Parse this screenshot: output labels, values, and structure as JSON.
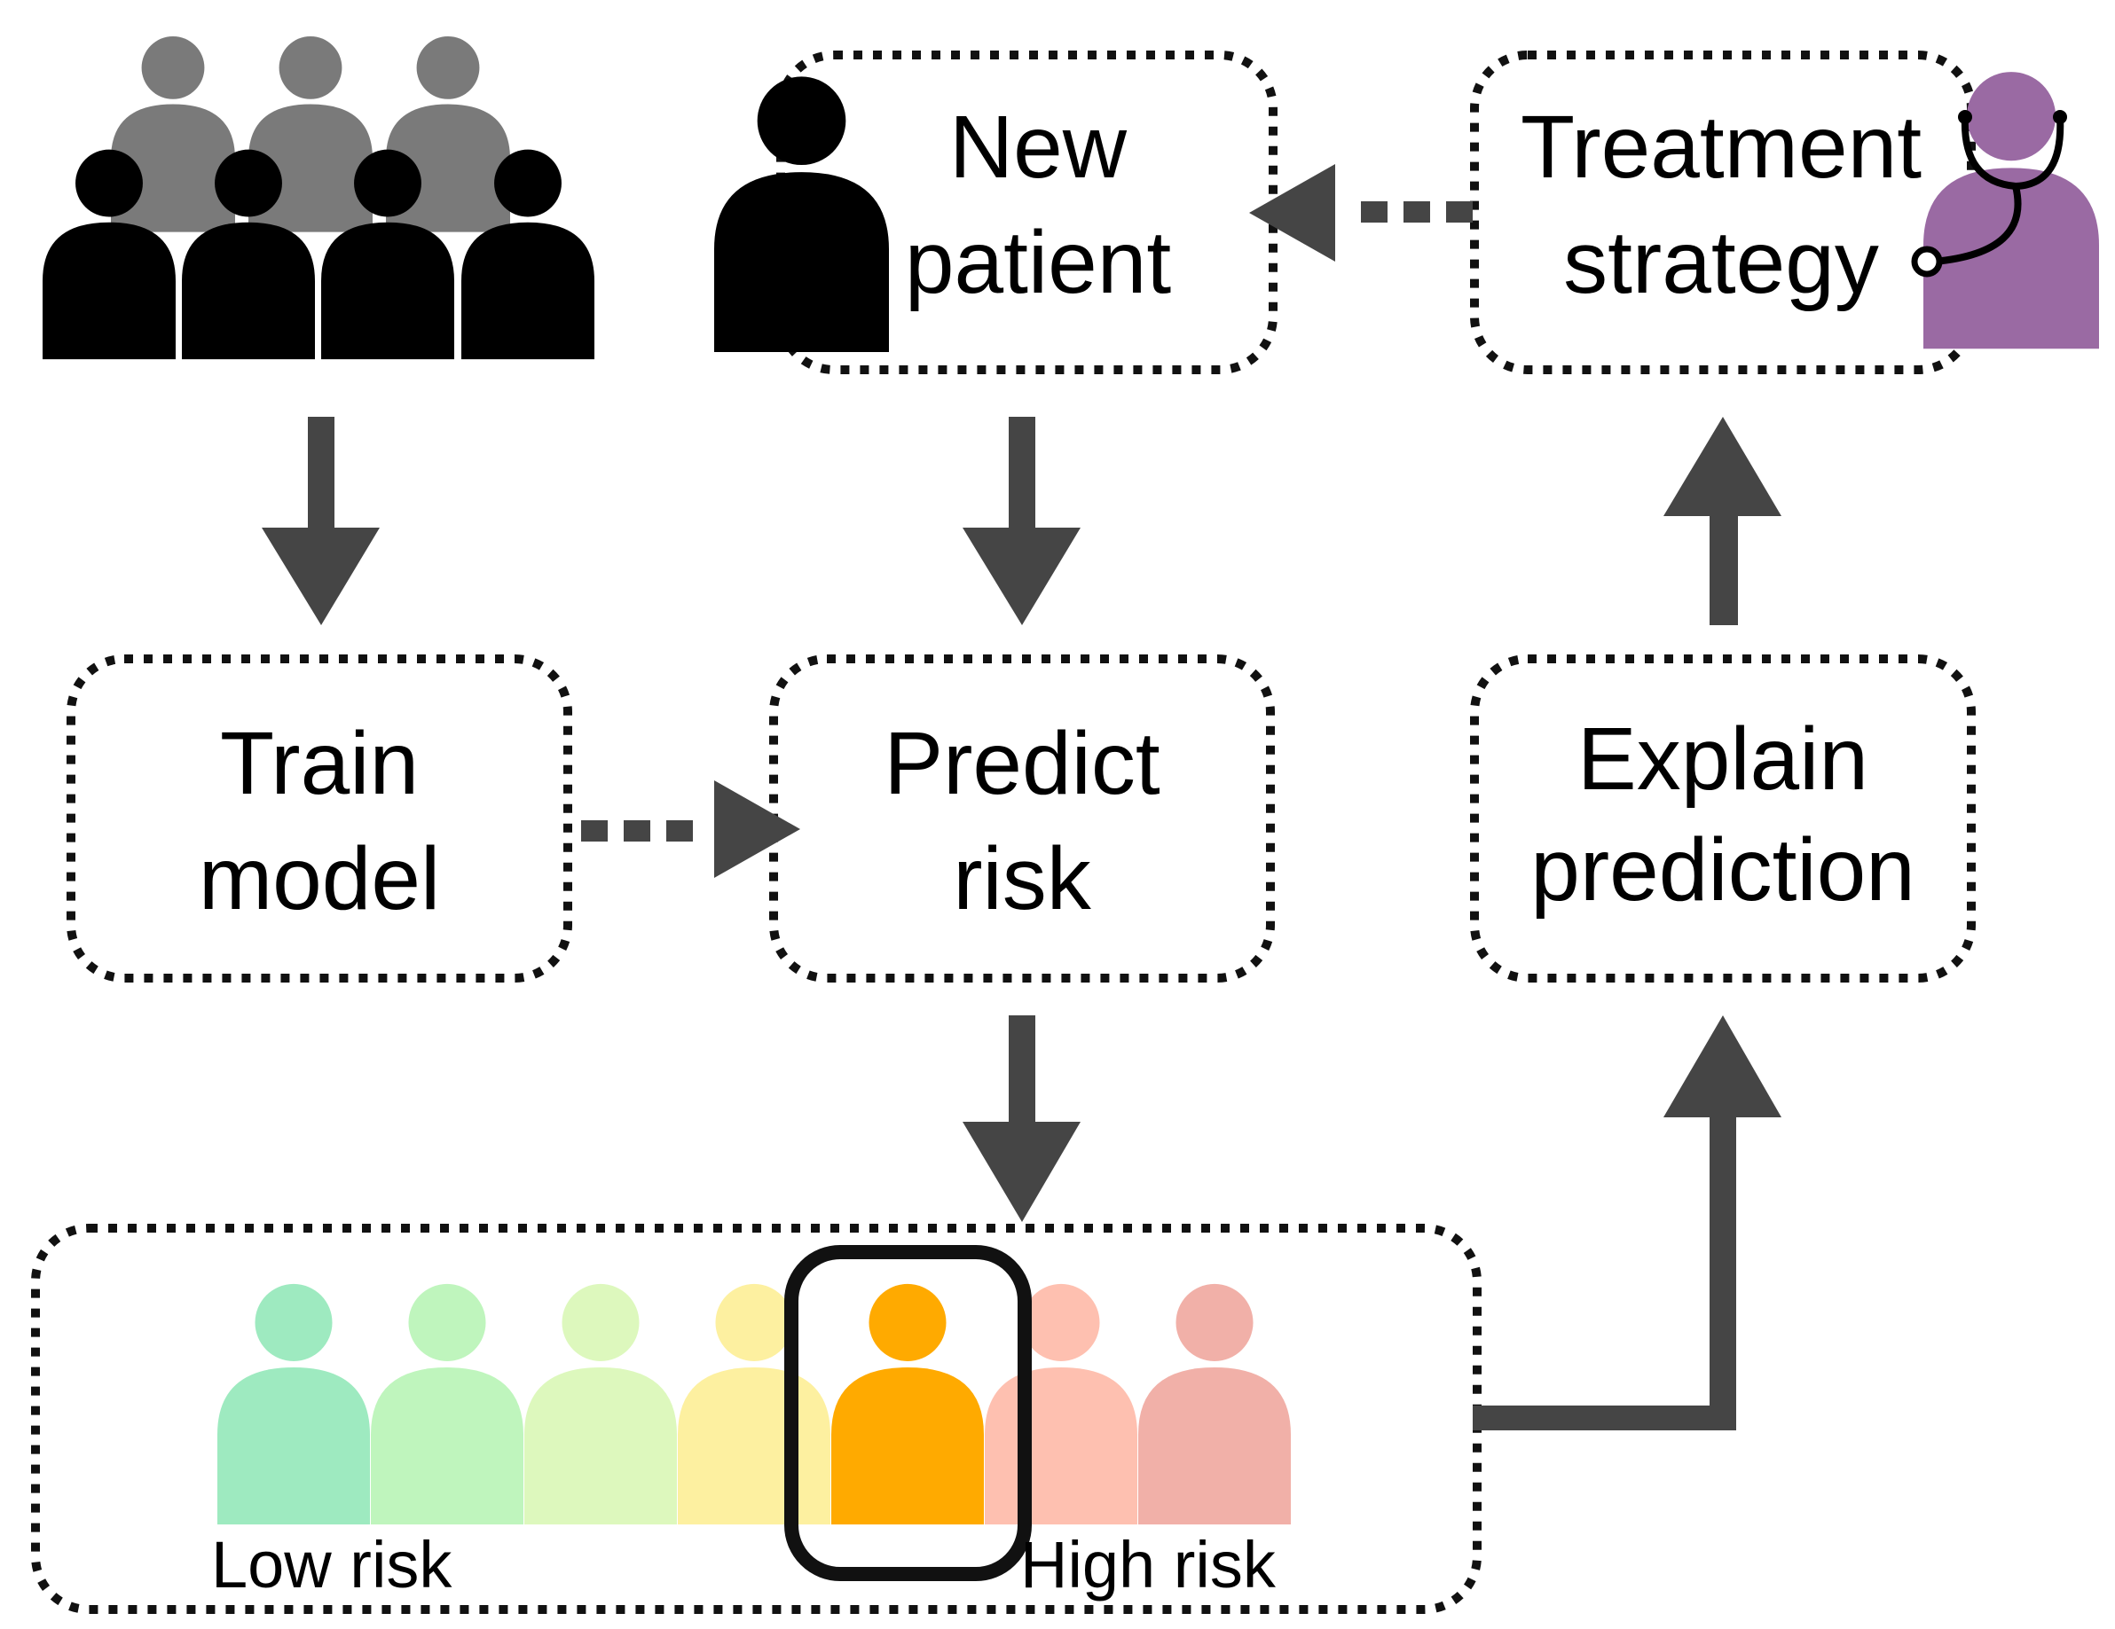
{
  "boxes": {
    "new_patient": {
      "line1": "New",
      "line2": "patient"
    },
    "treatment_strategy": {
      "line1": "Treatment",
      "line2": "strategy"
    },
    "train_model": {
      "line1": "Train",
      "line2": "model"
    },
    "predict_risk": {
      "line1": "Predict",
      "line2": "risk"
    },
    "explain_prediction": {
      "line1": "Explain",
      "line2": "prediction"
    }
  },
  "risk_scale": {
    "low_label": "Low risk",
    "high_label": "High risk",
    "colors": [
      "#9eeac0",
      "#bff5bd",
      "#ddf8bd",
      "#fdf0a0",
      "#ffaa00",
      "#fec0b0",
      "#f1b0a8"
    ],
    "selected_index": 4
  },
  "colors": {
    "arrow": "#454545",
    "cohort_back": "#7a7a7a",
    "cohort_front": "#000000",
    "doctor": "#9a6aa3"
  }
}
